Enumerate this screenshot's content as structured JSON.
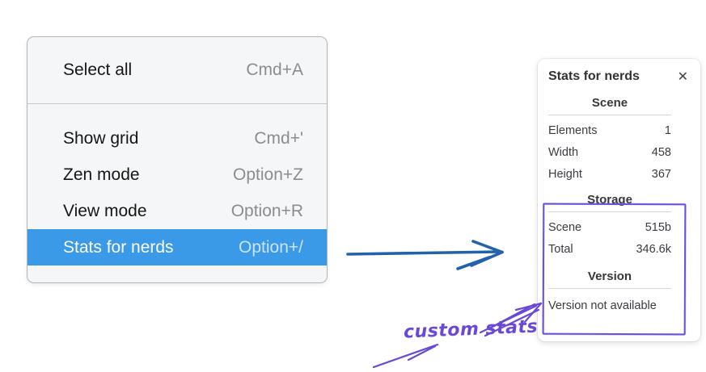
{
  "context_menu": {
    "items_top": [
      {
        "label": "Select all",
        "shortcut": "Cmd+A"
      }
    ],
    "items_main": [
      {
        "label": "Show grid",
        "shortcut": "Cmd+'"
      },
      {
        "label": "Zen mode",
        "shortcut": "Option+Z"
      },
      {
        "label": "View mode",
        "shortcut": "Option+R"
      },
      {
        "label": "Stats for nerds",
        "shortcut": "Option+/",
        "highlighted": true
      }
    ]
  },
  "stats_panel": {
    "title": "Stats for nerds",
    "close_icon": "✕",
    "scene_section": {
      "header": "Scene",
      "rows": [
        {
          "label": "Elements",
          "value": "1"
        },
        {
          "label": "Width",
          "value": "458"
        },
        {
          "label": "Height",
          "value": "367"
        }
      ]
    },
    "storage_section": {
      "header": "Storage",
      "rows": [
        {
          "label": "Scene",
          "value": "515b"
        },
        {
          "label": "Total",
          "value": "346.6k"
        }
      ]
    },
    "version_section": {
      "header": "Version",
      "note": "Version not available"
    }
  },
  "annotation": {
    "label": "custom stats"
  },
  "colors": {
    "menu_highlight": "#3b9ae8",
    "pointer_arrow_blue": "#2262aa",
    "annotation_purple": "#6a48d7",
    "highlight_box_purple": "#6b4de0"
  }
}
